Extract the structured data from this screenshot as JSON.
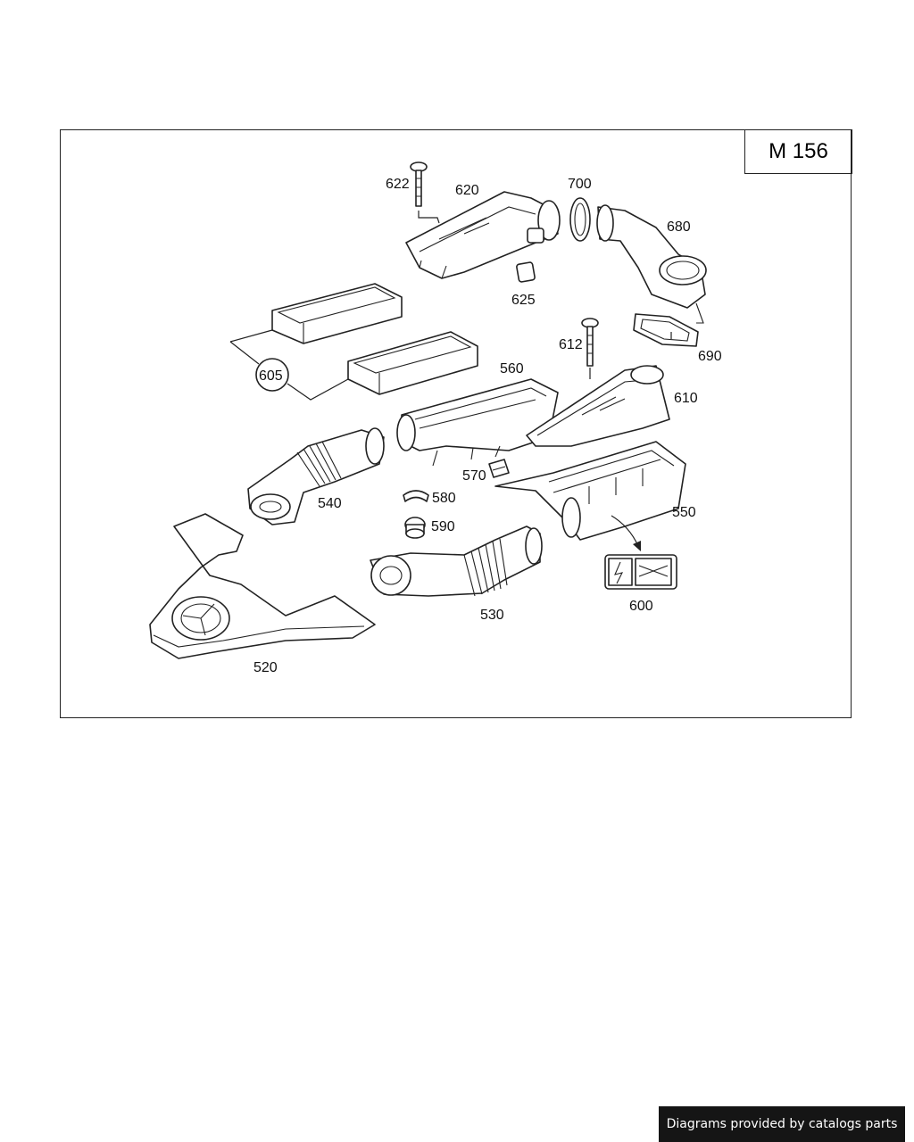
{
  "model_code": "M 156",
  "footer_text": "Diagrams provided by catalogs parts",
  "callouts": {
    "c520": "520",
    "c530": "530",
    "c540": "540",
    "c550": "550",
    "c560": "560",
    "c570": "570",
    "c580": "580",
    "c590": "590",
    "c600": "600",
    "c605": "605",
    "c610": "610",
    "c612": "612",
    "c620": "620",
    "c622": "622",
    "c625": "625",
    "c680": "680",
    "c690": "690",
    "c700": "700"
  },
  "icons": [
    "three-pointed-star-logo",
    "high-voltage-warning-icon",
    "service-manual-icon"
  ]
}
